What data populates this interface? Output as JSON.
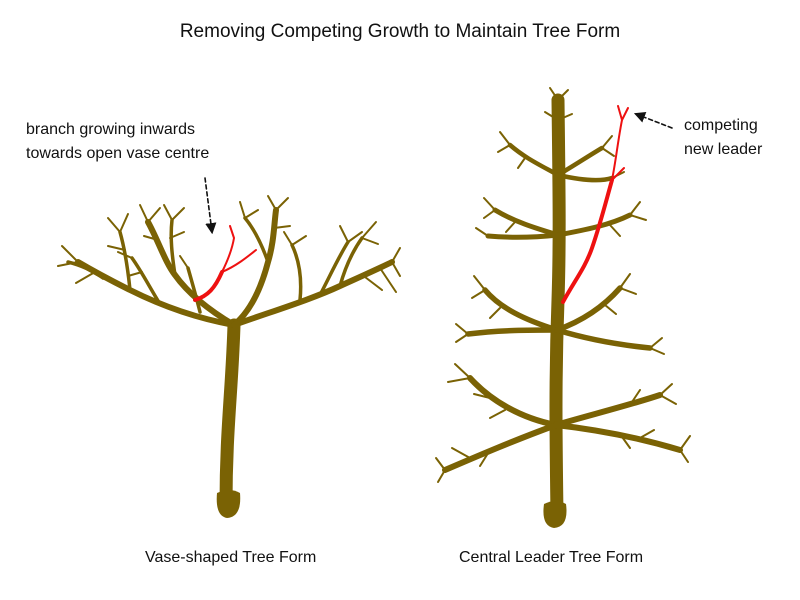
{
  "title": "Removing Competing Growth to Maintain Tree Form",
  "annotations": {
    "vase": {
      "line1": "branch growing inwards",
      "line2": "towards open vase centre"
    },
    "leader": {
      "line1": "competing",
      "line2": "new leader"
    }
  },
  "captions": {
    "vase": "Vase-shaped Tree Form",
    "leader": "Central Leader Tree Form"
  },
  "colors": {
    "wood": "#7a6204",
    "competing_growth": "#ee1111",
    "text": "#111111",
    "arrow": "#111111"
  }
}
